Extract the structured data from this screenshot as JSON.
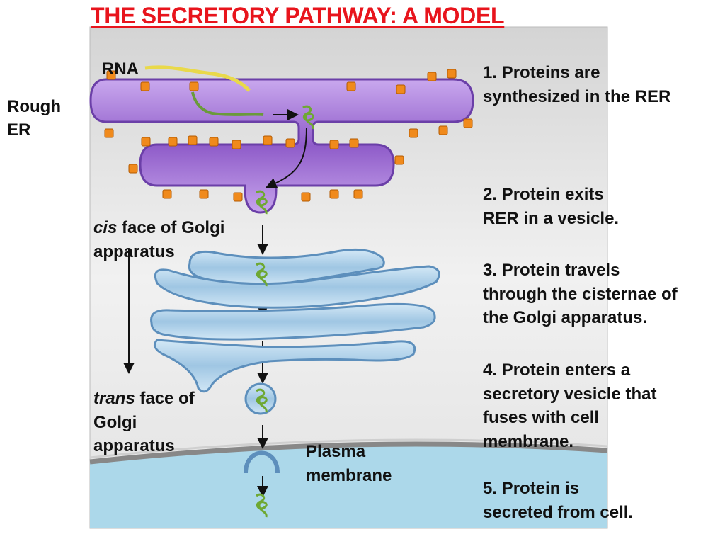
{
  "title": "THE SECRETORY PATHWAY: A MODEL",
  "labels": {
    "rna": "RNA",
    "rough_er_1": "Rough",
    "rough_er_2": "ER",
    "cis_italic": "cis",
    "cis_rest": " face of Golgi",
    "cis_line2": "apparatus",
    "trans_italic": "trans",
    "trans_rest": " face of",
    "trans_line2": "Golgi",
    "trans_line3": "apparatus",
    "plasma_1": "Plasma",
    "plasma_2": "membrane"
  },
  "steps": [
    {
      "line1": "1. Proteins are",
      "line2": "synthesized in the RER"
    },
    {
      "line1": "2. Protein exits",
      "line2": "RER in a vesicle."
    },
    {
      "line1": "3. Protein travels",
      "line2": "through the cisternae of",
      "line3": "the Golgi apparatus."
    },
    {
      "line1": "4. Protein enters a",
      "line2": "secretory vesicle that",
      "line3": "fuses with cell",
      "line4": "membrane."
    },
    {
      "line1": "5. Protein is",
      "line2": "secreted from cell."
    }
  ],
  "colors": {
    "title": "#e8141c",
    "er_fill": "#9a6ad0",
    "er_edge": "#6b3fa8",
    "ribosome": "#f08a1c",
    "golgi_fill": "#a9cde6",
    "golgi_edge": "#5d8fbc",
    "protein": "#8cc63f",
    "extracellular": "#acd8ea",
    "cytoplasm": "#e9e9e9"
  }
}
